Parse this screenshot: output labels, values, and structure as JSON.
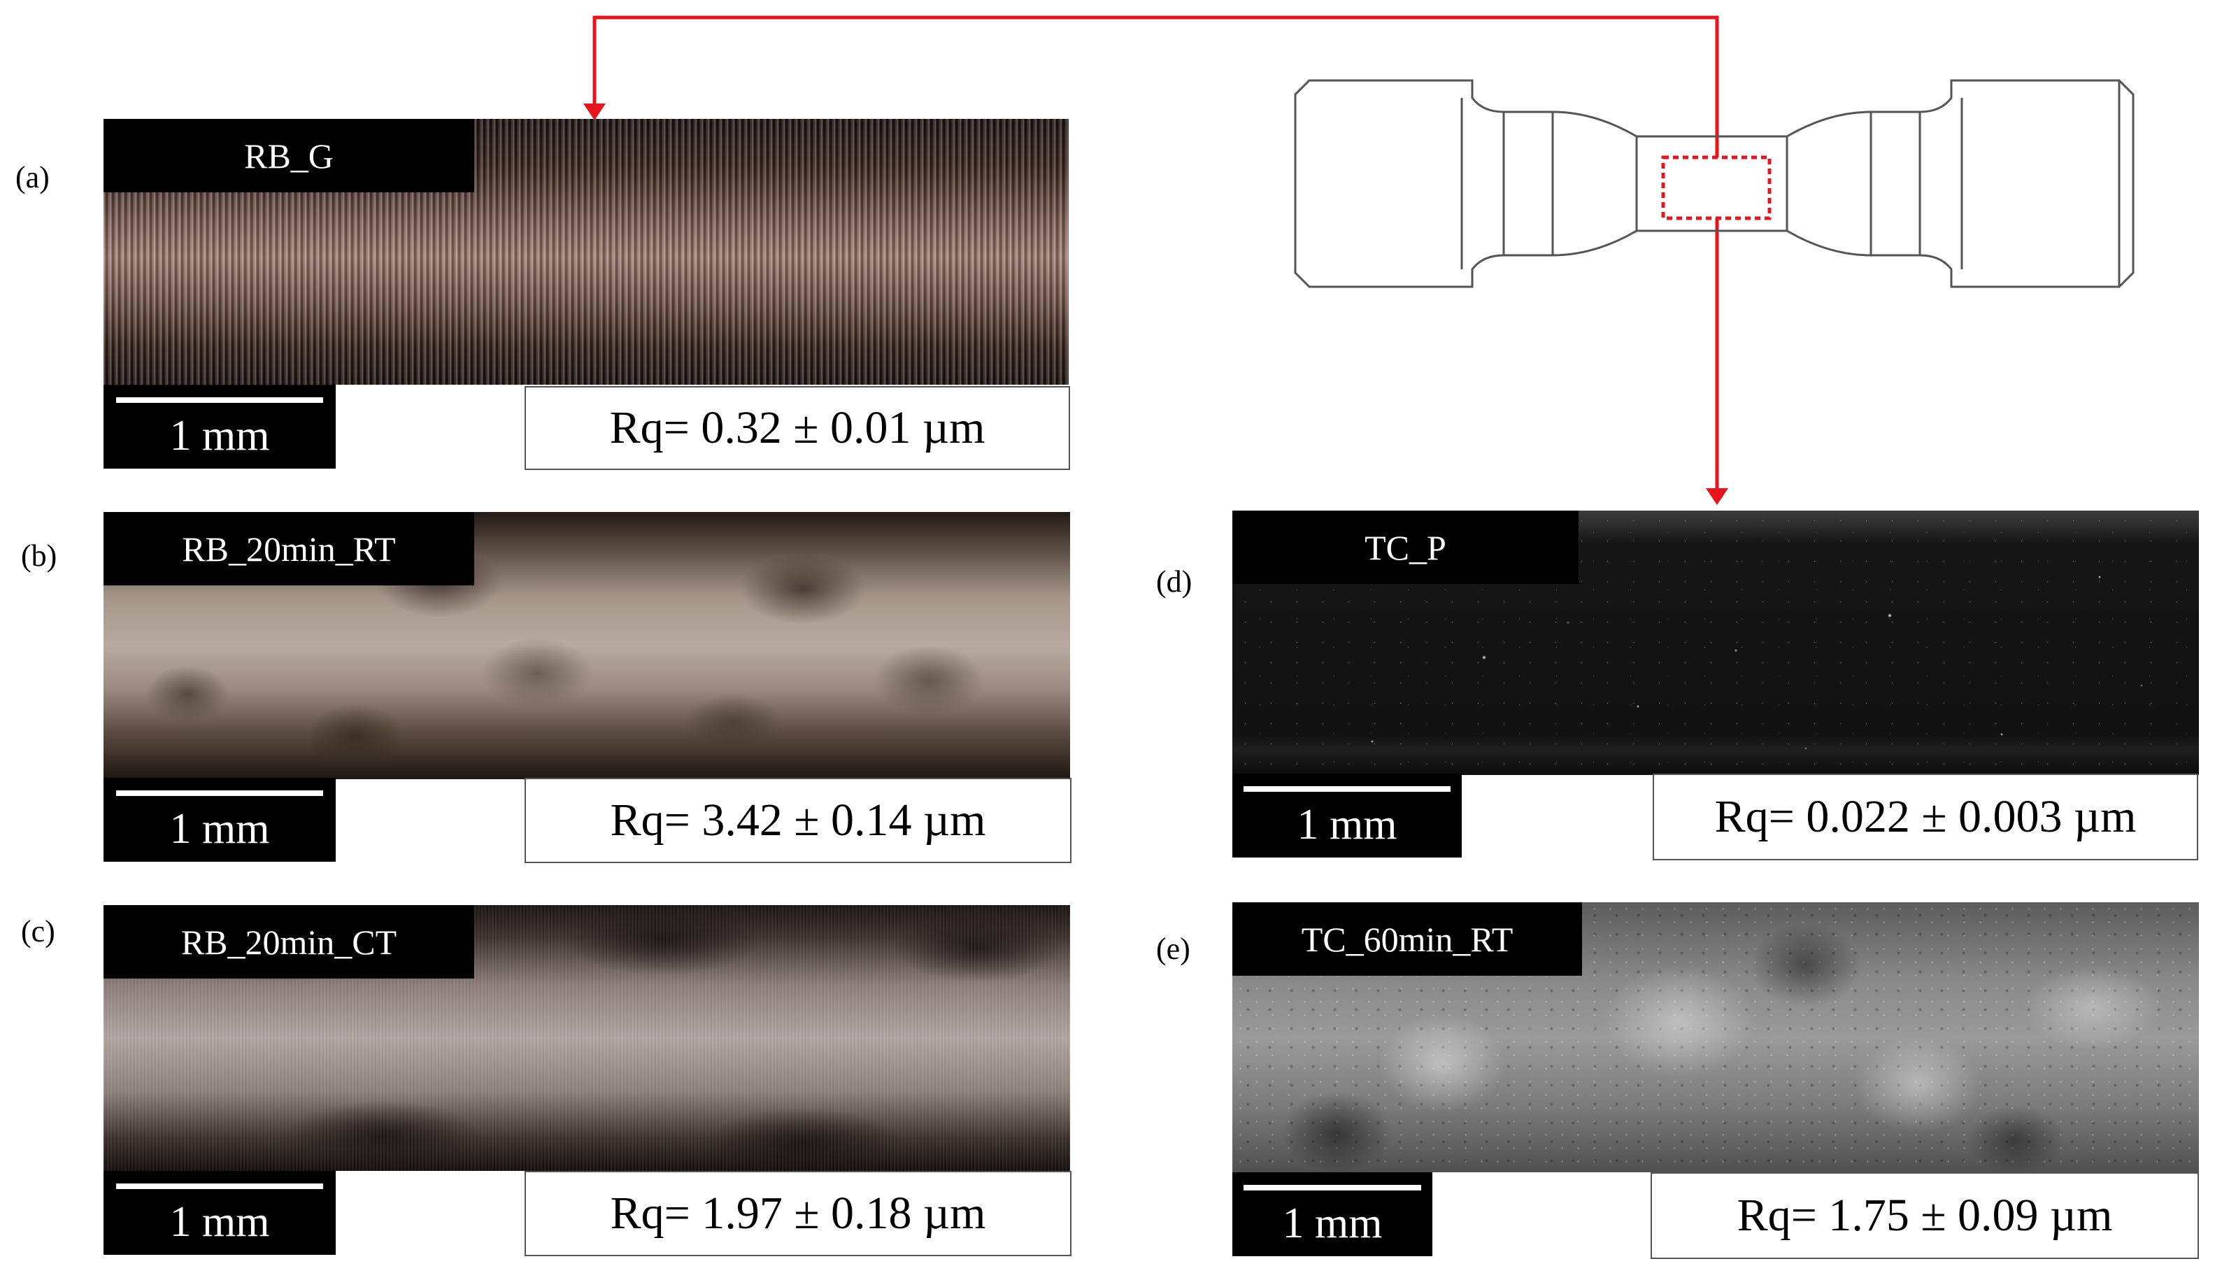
{
  "panels": [
    {
      "label": "(a)",
      "title": "RB_G",
      "scale": "1 mm",
      "rq": "Rq= 0.32 ± 0.01 µm"
    },
    {
      "label": "(b)",
      "title": "RB_20min_RT",
      "scale": "1 mm",
      "rq": "Rq= 3.42 ± 0.14 µm"
    },
    {
      "label": "(c)",
      "title": "RB_20min_CT",
      "scale": "1 mm",
      "rq": "Rq= 1.97 ± 0.18 µm"
    },
    {
      "label": "(d)",
      "title": "TC_P",
      "scale": "1 mm",
      "rq": "Rq= 0.022 ± 0.003 µm"
    },
    {
      "label": "(e)",
      "title": "TC_60min_RT",
      "scale": "1 mm",
      "rq": "Rq= 1.75 ± 0.09 µm"
    }
  ],
  "colors": {
    "arrow": "#e8141b",
    "specimen_line": "#555555"
  }
}
